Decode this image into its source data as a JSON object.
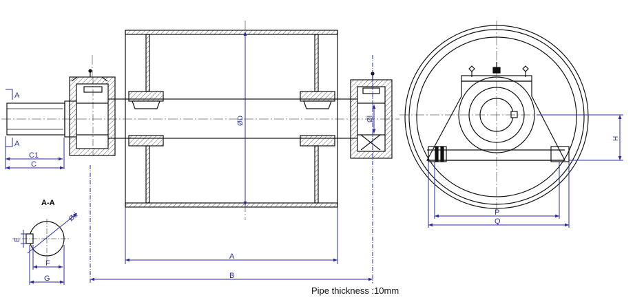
{
  "labels": {
    "section_mark_top": "A",
    "section_mark_bottom": "A",
    "section_title": "A-A",
    "diameter_D": "ØD",
    "diameter_small": "Ød",
    "bearing_dia": "Øl",
    "dim_C1": "C1",
    "dim_C": "C",
    "dim_A": "A",
    "dim_B": "B",
    "dim_E": "E",
    "dim_F": "F",
    "dim_G": "G",
    "dim_H": "H",
    "dim_P": "P",
    "dim_Q": "Q"
  },
  "note": "Pipe thickness :10mm",
  "colors": {
    "line": "#111111",
    "dimension": "#2a2aa8",
    "background": "#ffffff"
  }
}
